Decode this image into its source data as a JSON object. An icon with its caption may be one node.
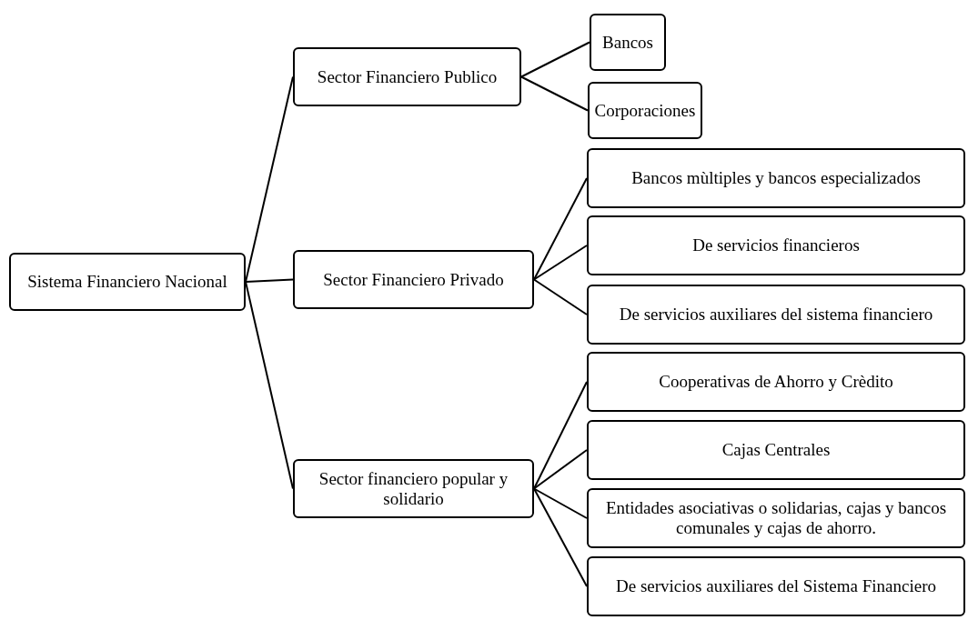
{
  "diagram": {
    "nodes": [
      {
        "text": [
          "Sistema Financiero Nacional"
        ]
      },
      {
        "text": [
          "Sector Financiero Publico"
        ]
      },
      {
        "text": [
          "Bancos"
        ]
      },
      {
        "text": [
          "Corporaciones"
        ]
      },
      {
        "text": [
          "Sector Financiero Privado"
        ]
      },
      {
        "text": [
          "Bancos mùltiples y bancos especializados"
        ]
      },
      {
        "text": [
          "De servicios financieros"
        ]
      },
      {
        "text": [
          "De servicios auxiliares del sistema financiero"
        ]
      },
      {
        "text": [
          "Sector financiero popular y solidario"
        ]
      },
      {
        "text": [
          "Cooperativas de Ahorro y Crèdito"
        ]
      },
      {
        "text": [
          "Cajas Centrales"
        ]
      },
      {
        "text": [
          "Entidades asociativas o solidarias, cajas y bancos comunales y cajas de ahorro."
        ]
      },
      {
        "text": [
          "De servicios auxiliares del Sistema Financiero"
        ]
      }
    ],
    "edges": [
      {
        "from": 0,
        "to": 1,
        "arrow": "none"
      },
      {
        "from": 0,
        "to": 4,
        "arrow": "none"
      },
      {
        "from": 0,
        "to": 8,
        "arrow": "none"
      },
      {
        "from": 1,
        "to": 2,
        "arrow": "none"
      },
      {
        "from": 1,
        "to": 3,
        "arrow": "none"
      },
      {
        "from": 4,
        "to": 5,
        "arrow": "none"
      },
      {
        "from": 4,
        "to": 6,
        "arrow": "none"
      },
      {
        "from": 4,
        "to": 7,
        "arrow": "none"
      },
      {
        "from": 8,
        "to": 9,
        "arrow": "none"
      },
      {
        "from": 8,
        "to": 10,
        "arrow": "none"
      },
      {
        "from": 8,
        "to": 11,
        "arrow": "none"
      },
      {
        "from": 8,
        "to": 12,
        "arrow": "none"
      }
    ]
  }
}
